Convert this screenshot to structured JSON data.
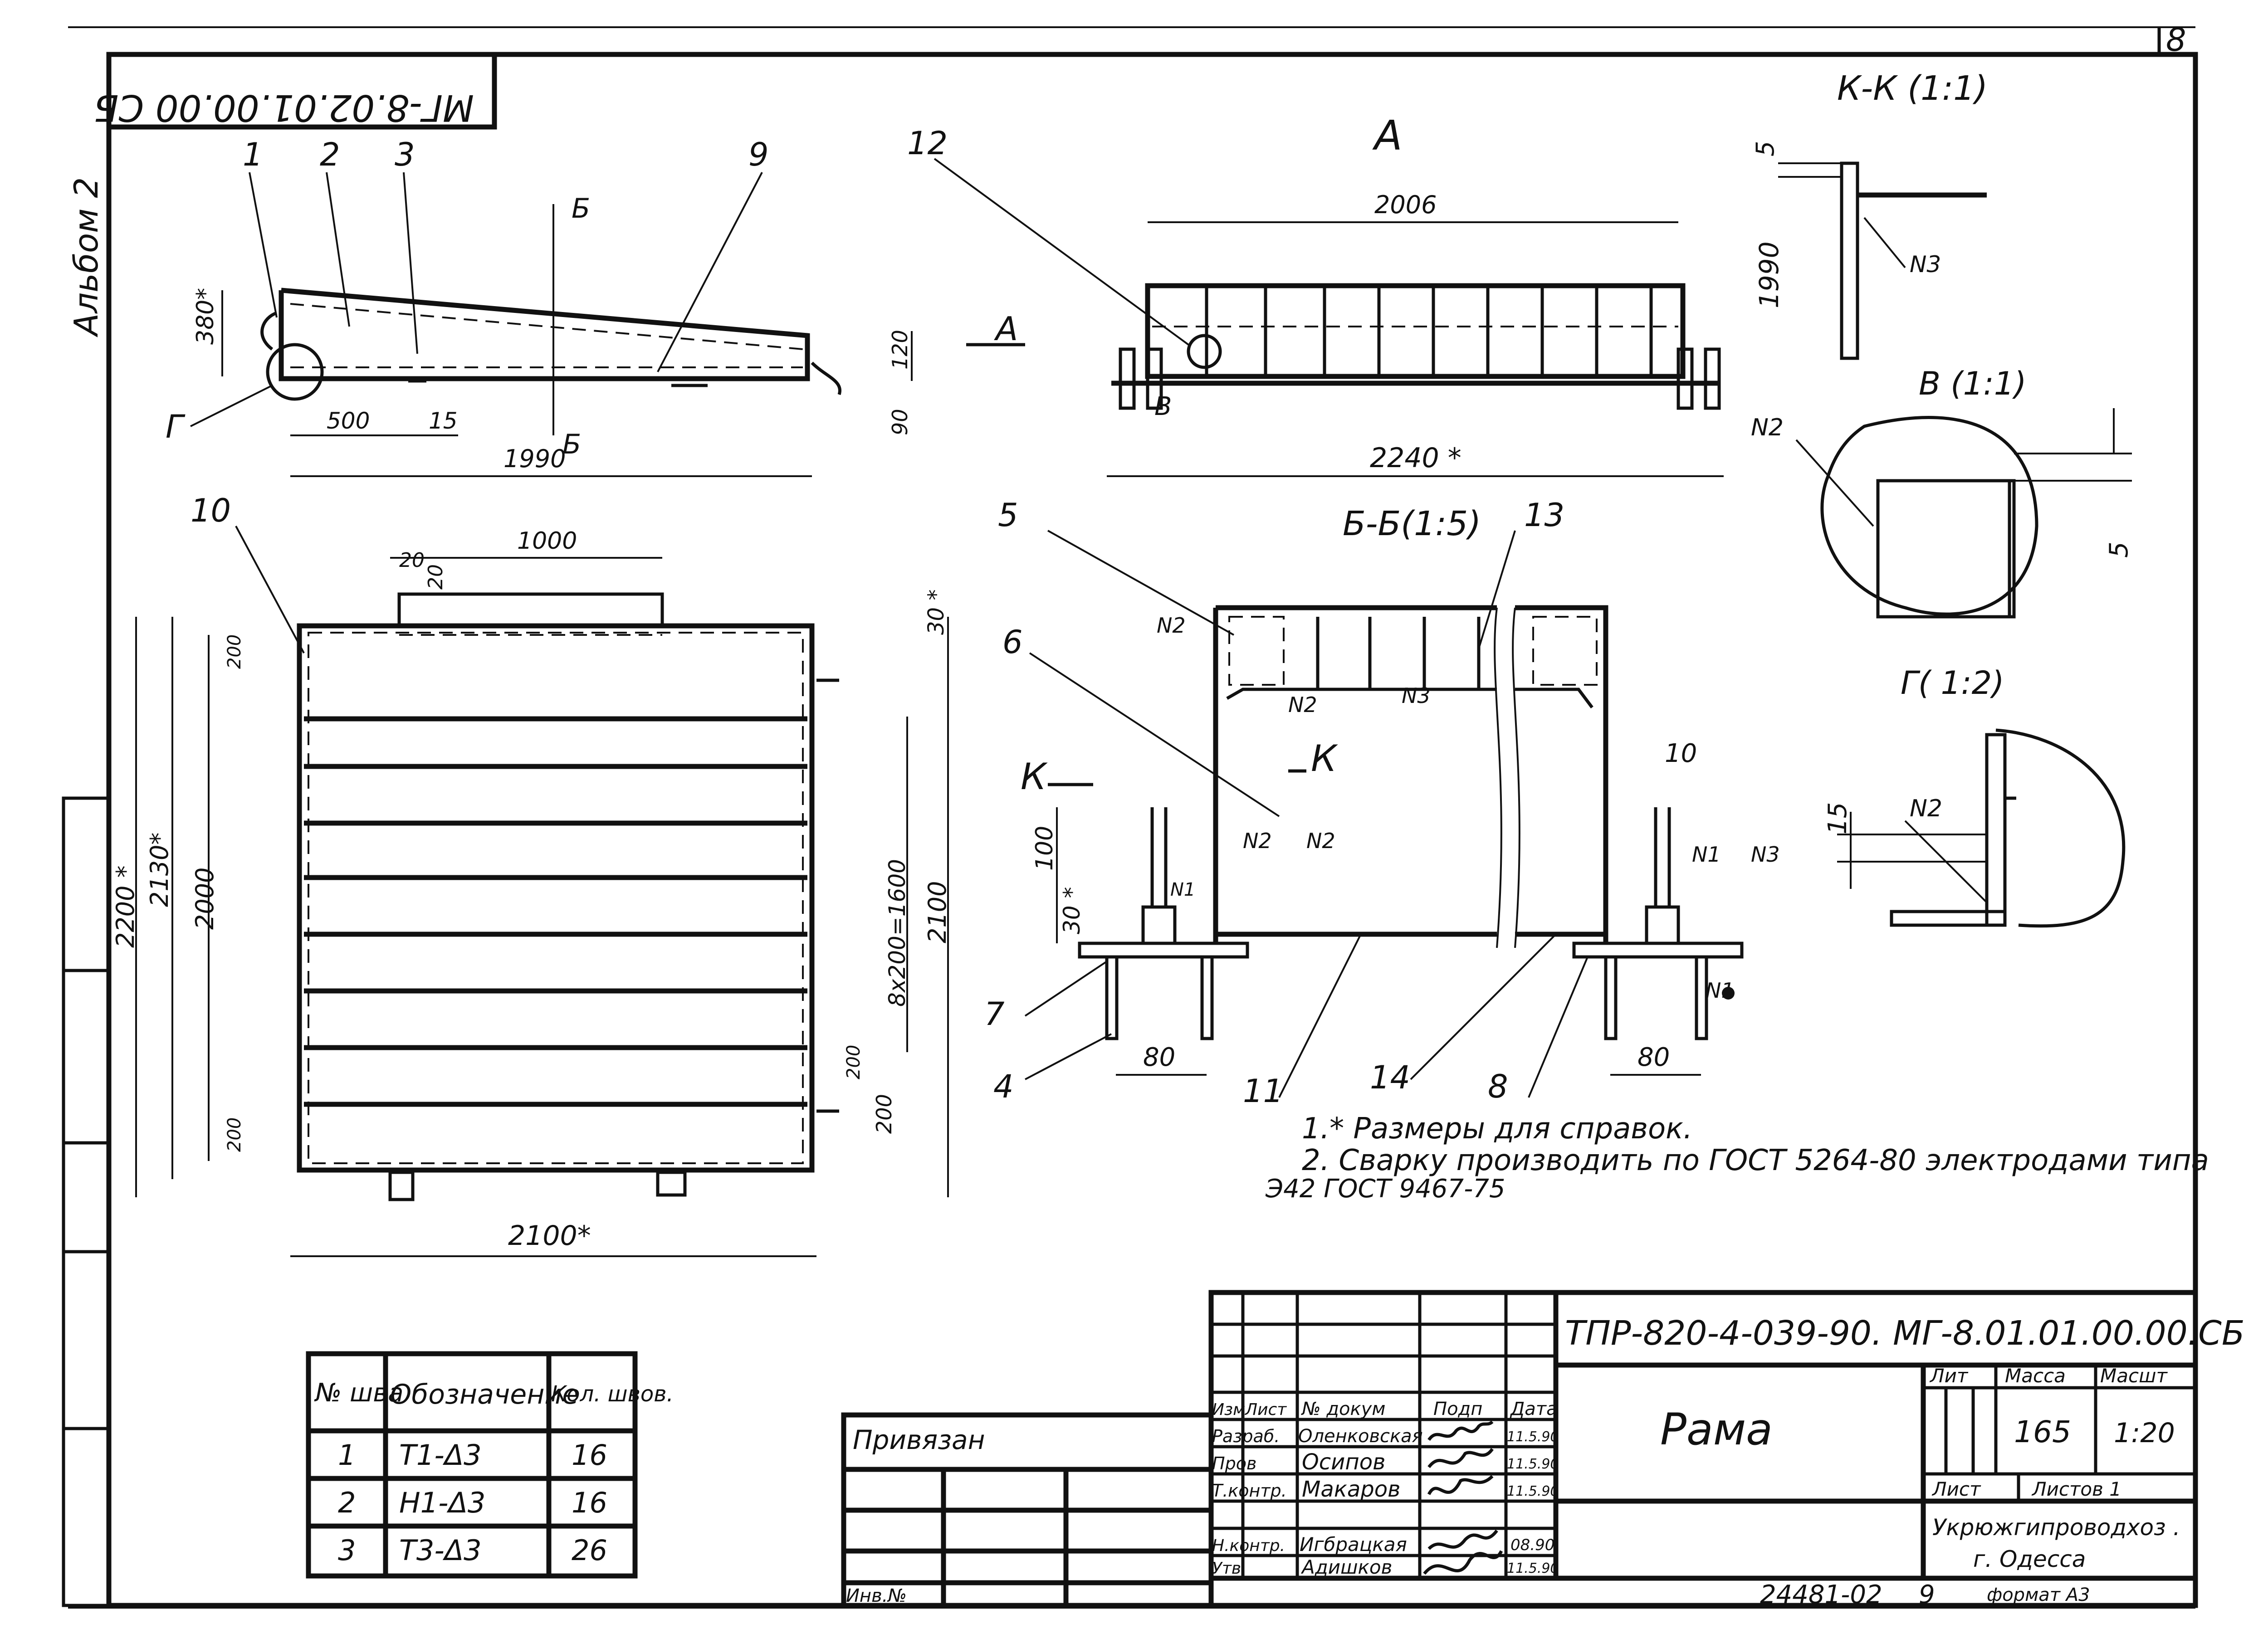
{
  "sheet": {
    "page_number": "8",
    "album": "Альбом 2",
    "rotated_code": "МГ-8.02.01.00.00 СБ",
    "doc_code": "ТПР-820-4-039-90.  МГ-8.01.01.00.00.СБ",
    "title": "Рама",
    "copy_id": "24481-02",
    "copy_suffix": "9",
    "format_label": "формат А3"
  },
  "views": {
    "A": "А",
    "KK": "К-К (1:1)",
    "V": "В (1:1)",
    "BB": "Б-Б(1:5)",
    "G": "Г( 1:2)",
    "arrow_A": "А",
    "cut_B": "Б",
    "cut_K": "К",
    "detail_G": "Г",
    "detail_V": "В"
  },
  "positions": [
    "1",
    "2",
    "3",
    "9",
    "10",
    "12",
    "5",
    "6",
    "13",
    "7",
    "4",
    "11",
    "14",
    "8"
  ],
  "dims_side": {
    "d380": "380*",
    "d120": "120",
    "d90": "90",
    "d500": "500",
    "d15": "15",
    "d1990": "1990"
  },
  "dims_plan": {
    "d1000": "1000",
    "d20a": "20",
    "d20b": "20",
    "d30": "30 *",
    "d200a": "200",
    "d200b": "200",
    "d200c": "200",
    "d200d": "200",
    "d2200": "2200 *",
    "d2130": "2130*",
    "d2000": "2000",
    "d8x200": "8x200=1600",
    "d2100v": "2100",
    "d2100h": "2100*"
  },
  "dims_A": {
    "d2006": "2006",
    "d2240": "2240 *"
  },
  "dims_KK": {
    "d5": "5",
    "d1990": "1990",
    "weld": "N3"
  },
  "dims_V": {
    "weld": "N2",
    "d5": "5"
  },
  "dims_G": {
    "d15": "15",
    "weld": "N2"
  },
  "dims_BB": {
    "d100": "100",
    "d30": "30 *",
    "d80a": "80",
    "d80b": "80",
    "d10": "10",
    "w_N2a": "N2",
    "w_N2b": "N2",
    "w_N2c": "N2",
    "w_N2d": "N2",
    "w_N3a": "N3",
    "w_N3b": "N3",
    "w_N1a": "N1",
    "w_N1b": "N1",
    "w_N1c": "N1"
  },
  "notes": [
    "1.* Размеры для справок.",
    "2. Сварку производить по ГОСТ 5264-80 электродами типа",
    "Э42 ГОСТ 9467-75"
  ],
  "welds_table": {
    "headers": [
      "№ шва",
      "Обозначение",
      "Кол. швов."
    ],
    "rows": [
      [
        "1",
        "Т1-Δ3",
        "16"
      ],
      [
        "2",
        "Н1-Δ3",
        "16"
      ],
      [
        "3",
        "Т3-Δ3",
        "26"
      ]
    ]
  },
  "bind_block": {
    "privyazan": "Привязан",
    "inv": "Инв.№"
  },
  "title_block": {
    "col_headers": [
      "Изм",
      "Лист",
      "№ докум",
      "Подп",
      "Дата"
    ],
    "roles": [
      "Разраб.",
      "Пров",
      "Т.контр.",
      "",
      "Н.контр.",
      "Утв"
    ],
    "names": [
      "Оленковская",
      "Осипов",
      "Макаров",
      "",
      "Игбрацкая",
      "Адишков"
    ],
    "dates": [
      "11.5.90",
      "11.5.90",
      "11.5.90",
      "",
      "08.90",
      "11.5.90"
    ],
    "lit_label": "Лит",
    "mass_label": "Масса",
    "scale_label": "Масшт",
    "mass": "165",
    "scale": "1:20",
    "sheet_label": "Лист",
    "sheets_label": "Листов 1",
    "org_line1": "Укрюжгипроводхоз .",
    "org_line2": "г. Одесса"
  }
}
